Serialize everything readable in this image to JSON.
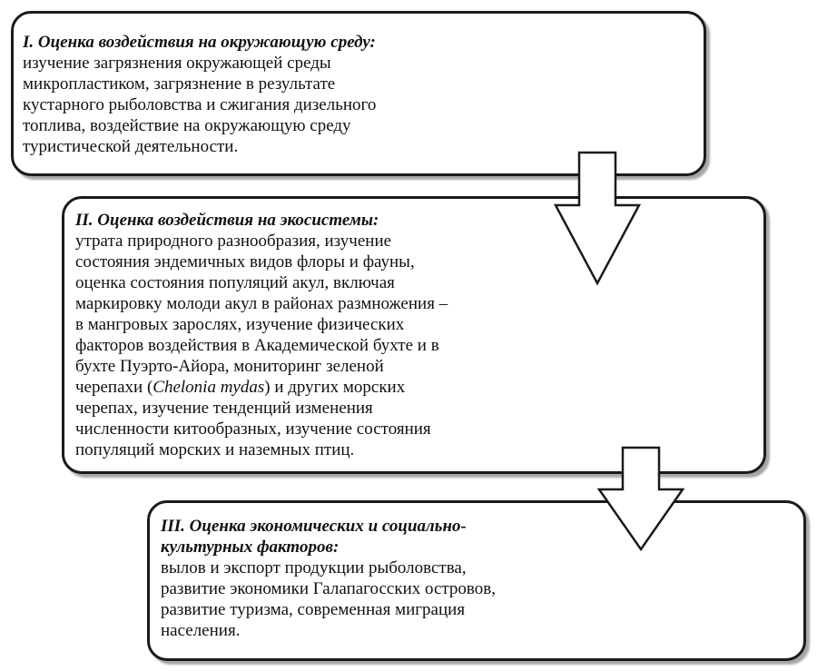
{
  "boxes": [
    {
      "heading": "I. Оценка воздействия на окружающую среду:",
      "lines": [
        "изучение загрязнения окружающей среды",
        "микропластиком, загрязнение в результате",
        "кустарного рыболовства и сжигания дизельного",
        "топлива, воздействие на окружающую  среду",
        "туристической деятельности."
      ]
    },
    {
      "heading": "II. Оценка воздействия на экосистемы:",
      "lines": [
        "утрата природного разнообразия, изучение",
        "состояния эндемичных видов флоры и фауны,",
        "оценка состояния популяций акул, включая",
        "маркировку молоди акул в районах размножения –",
        "в мангровых зарослях, изучение физических",
        "факторов воздействия в Академической бухте и в",
        "бухте Пуэрто-Айора, мониторинг зеленой"
      ],
      "line8_before": "черепахи (",
      "line8_italic": "Chelonia mydas",
      "line8_after": ") и других морских",
      "lines_end": [
        "черепах, изучение тенденций изменения",
        "численности китообразных, изучение состояния",
        "популяций морских и наземных птиц."
      ]
    },
    {
      "heading_lines": [
        "III. Оценка экономических и социально-",
        "культурных факторов:"
      ],
      "lines": [
        "вылов и экспорт продукции рыболовства,",
        "развитие экономики Галапагосских островов,",
        "развитие туризма, современная миграция",
        "населения."
      ]
    }
  ]
}
